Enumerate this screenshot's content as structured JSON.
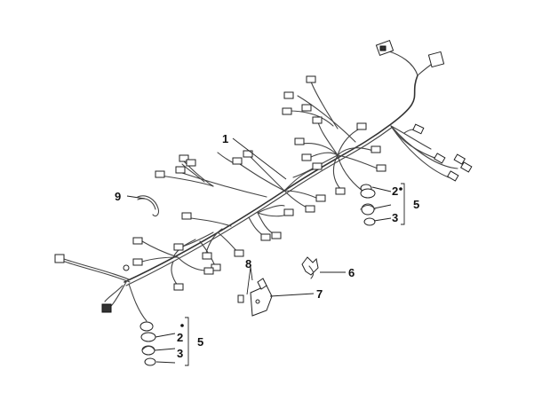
{
  "callouts": {
    "harness": "1",
    "clip_a": "2",
    "clip_b": "3",
    "group": "5",
    "grommet": "6",
    "bracket": "7",
    "screw": "8",
    "cable_tie": "9",
    "clip_a_lower": "2",
    "clip_b_lower": "3",
    "group_lower": "5"
  }
}
